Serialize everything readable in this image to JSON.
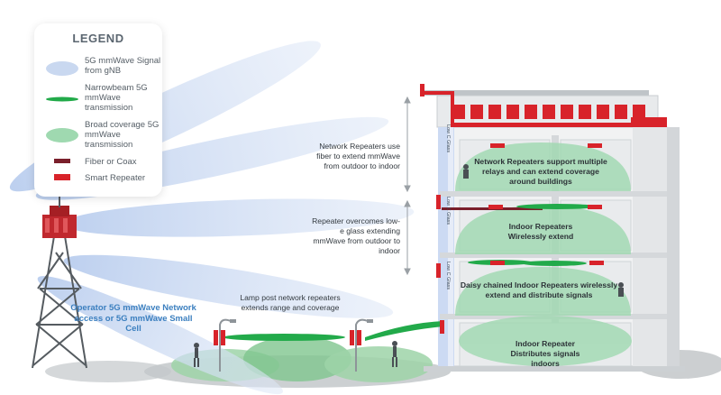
{
  "legend": {
    "title": "LEGEND",
    "items": [
      {
        "label": "5G mmWave Signal from gNB",
        "icon": "blue-ellipse-icon"
      },
      {
        "label": "Narrowbeam 5G mmWave transmission",
        "icon": "narrow-beam-icon"
      },
      {
        "label": "Broad coverage 5G mmWave transmission",
        "icon": "broad-coverage-icon"
      },
      {
        "label": "Fiber or Coax",
        "icon": "fiber-coax-icon"
      },
      {
        "label": "Smart Repeater",
        "icon": "smart-repeater-icon"
      }
    ]
  },
  "annotations": {
    "fiber_repeaters": "Network Repeaters use fiber to extend mmWave from outdoor to indoor",
    "lowe_repeater": "Repeater overcomes low-e glass extending mmWave from outdoor to indoor",
    "lamp_post": "Lamp post network repeaters extends range and coverage",
    "operator": "Operator 5G mmWave Network access or 5G mmWave Small Cell"
  },
  "building": {
    "floor3": "Network Repeaters support multiple relays and can extend coverage around buildings",
    "floor2": "Indoor Repeaters Wirelessly extend",
    "floor1": "Daisy chained Indoor Repeaters wirelessly extend and distribute signals",
    "ground": "Indoor Repeater Distributes signals indoors",
    "glass_label": "Low C Glass"
  },
  "colors": {
    "signal_blue": "#c9d8f0",
    "narrow_green": "#22aa4a",
    "broad_green": "#9fd9b0",
    "fiber": "#7a1f2b",
    "repeater": "#d8232a",
    "operator_text": "#3b7fbf"
  }
}
